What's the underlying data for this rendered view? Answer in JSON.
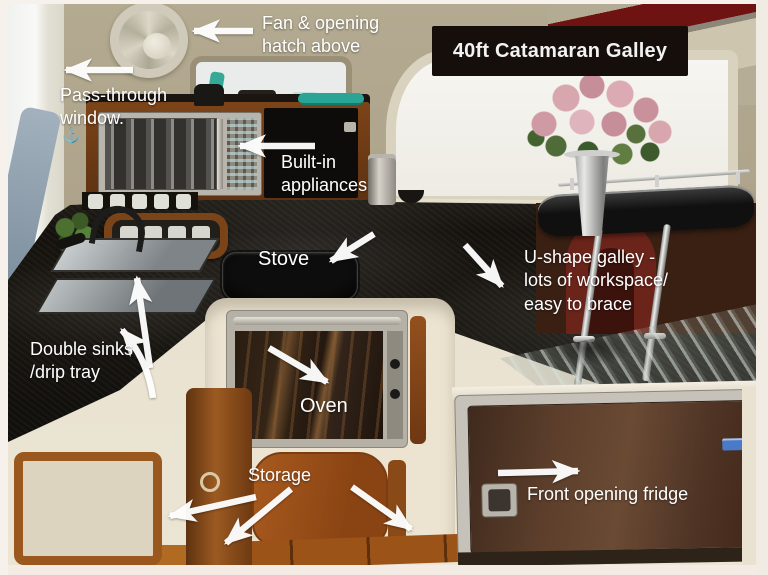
{
  "title": "40ft Catamaran Galley",
  "annotations": {
    "fan": "Fan & opening\nhatch above",
    "pass_through": "Pass-through\nwindow.",
    "built_in": "Built-in\nappliances",
    "stove": "Stove",
    "u_shape": "U-shape galley -\nlots of workspace/\neasy to brace",
    "sinks": "Double sinks\n/drip tray",
    "oven": "Oven",
    "storage": "Storage",
    "fridge": "Front opening fridge",
    "window_glyph": "⚓"
  },
  "colors": {
    "label_text": "#ffffff",
    "title_bg": "#150e0a",
    "title_text": "#f2f2f2",
    "countertop_granite": "#17130e",
    "cabinet_cream": "#ece5d3",
    "wood_trim": "#8a4c1c",
    "fridge_door": "#5c3e2b",
    "accent_teal": "#2aa495",
    "canvas_red": "#6e1212",
    "fridge_label_blue": "#4a7ac8"
  }
}
